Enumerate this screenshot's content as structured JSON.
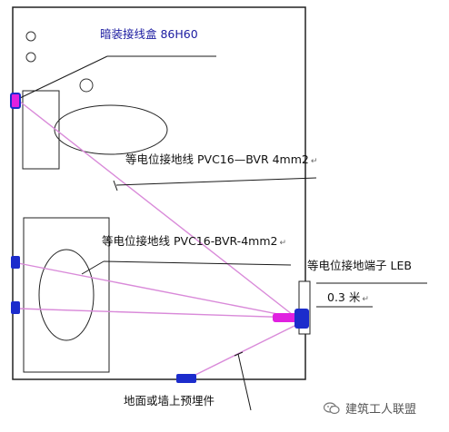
{
  "labels": {
    "junction_box": "暗装接线盒 86H60",
    "bonding_line_1": "等电位接地线 PVC16—BVR 4mm2",
    "bonding_line_2": "等电位接地线 PVC16-BVR-4mm2",
    "bonding_terminal": "等电位接地端子 LEB",
    "height": "0.3 米",
    "embedded_part": "地面或墙上预埋件"
  },
  "return_marks": [
    "↵",
    "↵",
    "↵"
  ],
  "watermark": {
    "icon": "wechat-icon",
    "text": "建筑工人联盟"
  },
  "colors": {
    "wall": "#222222",
    "blue_connector": "#1c2ccc",
    "magenta": "#e020e0",
    "line_pink": "#d98ad9",
    "leader": "#1a1a1a",
    "blue_text": "#1a1aa0"
  }
}
